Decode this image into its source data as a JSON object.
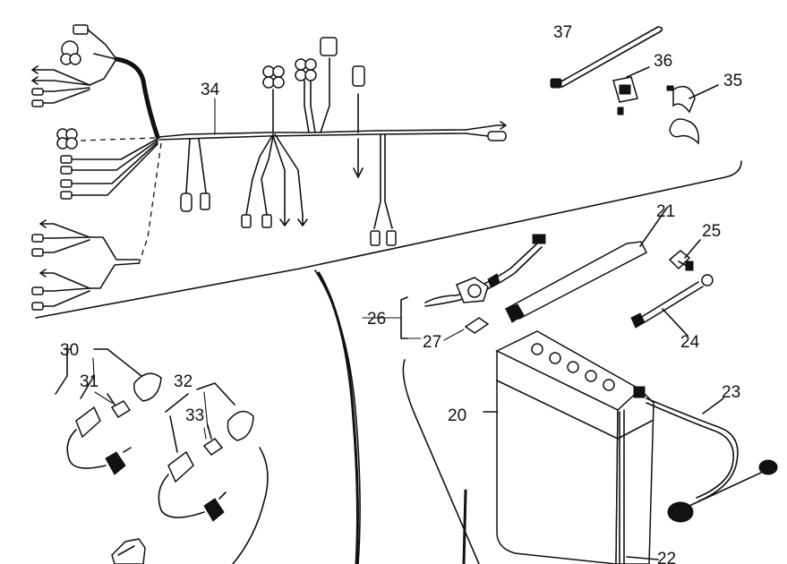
{
  "diagram": {
    "type": "exploded-parts-diagram",
    "colors": {
      "ink": "#111111",
      "paper": "#ffffff"
    },
    "callouts": [
      {
        "id": "c37",
        "label": "37"
      },
      {
        "id": "c36",
        "label": "36"
      },
      {
        "id": "c35",
        "label": "35"
      },
      {
        "id": "c34",
        "label": "34"
      },
      {
        "id": "c21",
        "label": "21"
      },
      {
        "id": "c25",
        "label": "25"
      },
      {
        "id": "c26",
        "label": "26"
      },
      {
        "id": "c27",
        "label": "27"
      },
      {
        "id": "c24",
        "label": "24"
      },
      {
        "id": "c30",
        "label": "30"
      },
      {
        "id": "c31",
        "label": "31"
      },
      {
        "id": "c32",
        "label": "32"
      },
      {
        "id": "c33",
        "label": "33"
      },
      {
        "id": "c20",
        "label": "20"
      },
      {
        "id": "c23",
        "label": "23"
      },
      {
        "id": "c22",
        "label": "22"
      }
    ]
  }
}
